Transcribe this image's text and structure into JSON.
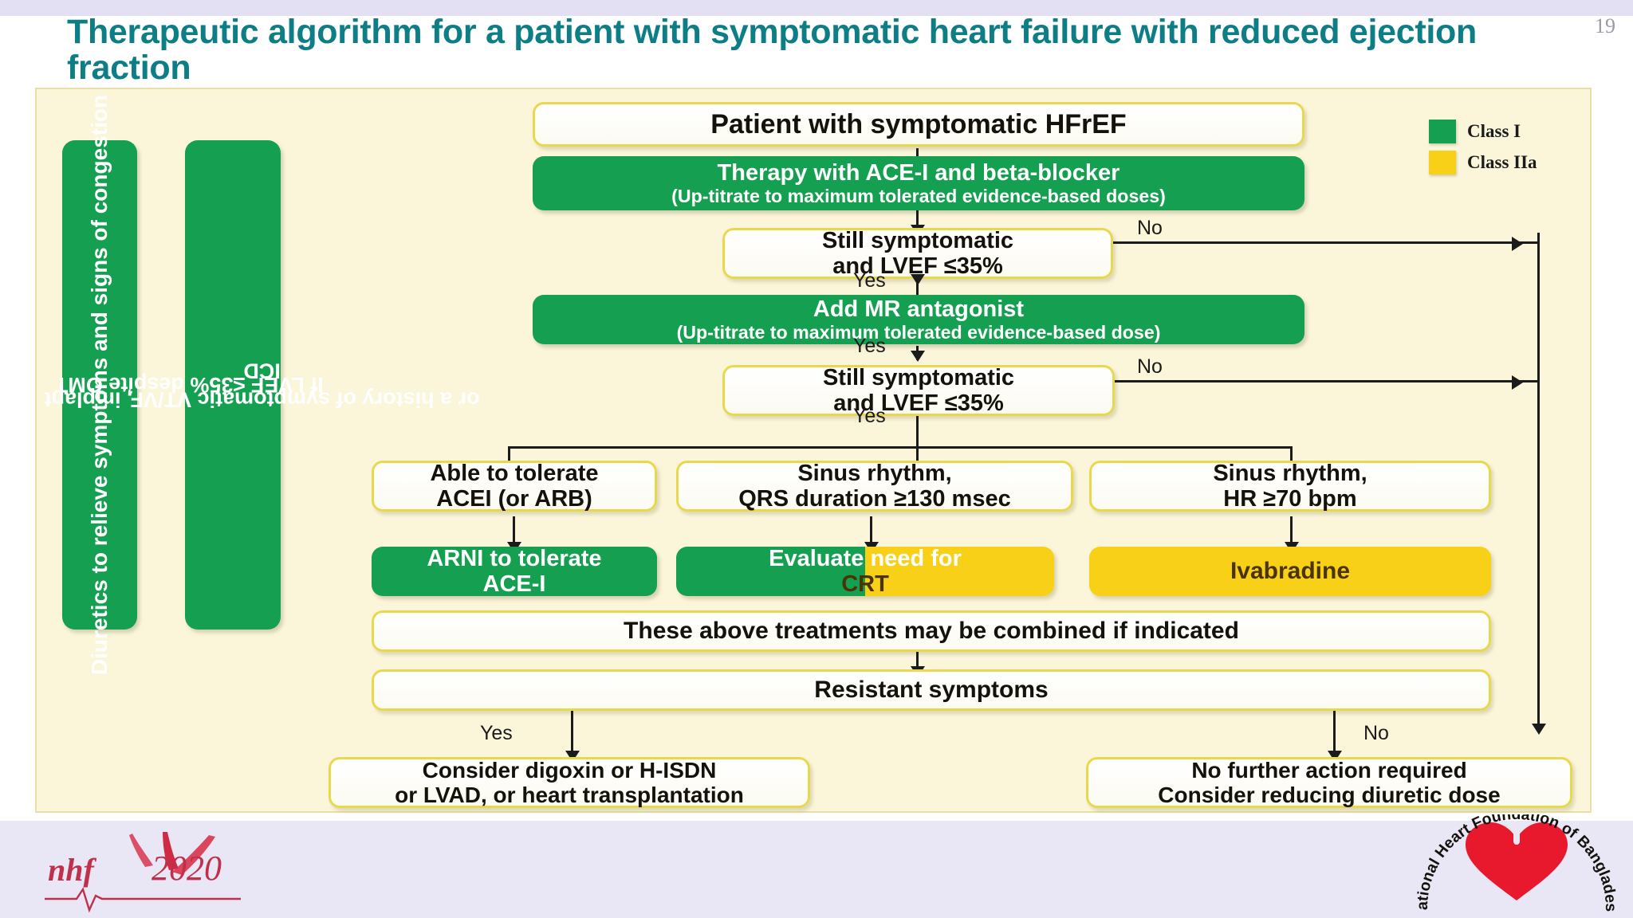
{
  "slide": {
    "number": "19",
    "title": "Therapeutic algorithm for a patient with symptomatic heart failure with reduced ejection fraction"
  },
  "legend": {
    "items": [
      {
        "label": "Class I",
        "color": "#14A050",
        "swatch": "class-i-swatch"
      },
      {
        "label": "Class IIa",
        "color": "#F7D017",
        "swatch": "class-iia-swatch"
      }
    ]
  },
  "sidebars": [
    {
      "id": "diuretics-bar",
      "text": "Diuretics to relieve symptoms and signs of congestion"
    },
    {
      "id": "icd-bar",
      "line1": "If LVEF ≤35% despite OMT",
      "line2": "or a history of symptomatic VT/VF, implant ICD"
    }
  ],
  "nodes": {
    "patient": {
      "title": "Patient with symptomatic HFrEF"
    },
    "acei_bb": {
      "title": "Therapy with ACE-I and beta-blocker",
      "sub": "(Up-titrate to maximum tolerated evidence-based doses)"
    },
    "still_sym_1": {
      "line1": "Still symptomatic",
      "line2": "and LVEF ≤35%"
    },
    "mra": {
      "title": "Add MR antagonist",
      "sub": "(Up-titrate to maximum tolerated evidence-based dose)"
    },
    "still_sym_2": {
      "line1": "Still symptomatic",
      "line2": "and LVEF ≤35%"
    },
    "tolerate_ace": {
      "line1": "Able to tolerate",
      "line2": "ACEI (or ARB)"
    },
    "qrs": {
      "line1": "Sinus rhythm,",
      "line2": "QRS duration ≥130 msec"
    },
    "hr": {
      "line1": "Sinus rhythm,",
      "line2": "HR ≥70 bpm"
    },
    "arni": {
      "line1": "ARNI to tolerate",
      "line2": "ACE-I"
    },
    "crt": {
      "line1": "Evaluate need for",
      "line2": "CRT"
    },
    "ivabradine": {
      "title": "Ivabradine"
    },
    "combined": {
      "title": "These above treatments may be combined if indicated"
    },
    "resistant": {
      "title": "Resistant symptoms"
    },
    "digoxin": {
      "line1": "Consider digoxin or H-ISDN",
      "line2": "or LVAD, or heart transplantation"
    },
    "no_action": {
      "line1": "No further action required",
      "line2": "Consider reducing diuretic dose"
    }
  },
  "edge_labels": {
    "no1": "No",
    "yes1": "Yes",
    "yes2": "Yes",
    "no2": "No",
    "yes3": "Yes",
    "yes_bottom": "Yes",
    "no_bottom": "No"
  },
  "footer": {
    "nhf_mark": "nhf",
    "nhf_year": "2020",
    "org_name": "National Heart Foundation of Bangladesh"
  }
}
